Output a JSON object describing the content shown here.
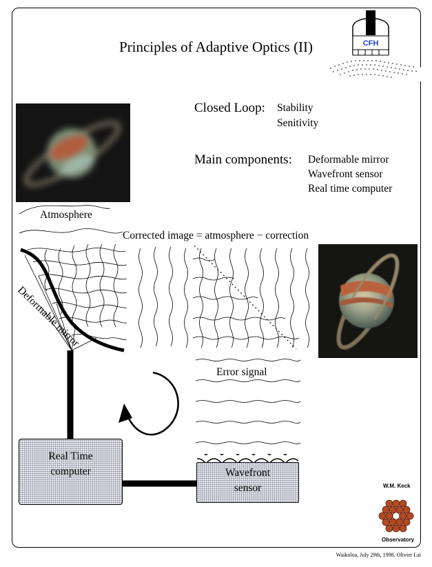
{
  "title": "Principles of Adaptive Optics (II)",
  "closed_loop": {
    "heading": "Closed Loop:",
    "items": [
      "Stability",
      "Senitivity"
    ]
  },
  "main_components": {
    "heading": "Main components:",
    "items": [
      "Deformable mirror",
      "Wavefront sensor",
      "Real time computer"
    ]
  },
  "labels": {
    "atmosphere": "Atmosphere",
    "corrected_image": "Corrected image = atmosphere − correction",
    "deformable_mirror": "Deformable mirror",
    "error_signal": "Error signal",
    "realtime_line1": "Real Time",
    "realtime_line2": "computer",
    "wavefront_line1": "Wavefront",
    "wavefront_line2": "sensor"
  },
  "logos": {
    "cfh": "CFH",
    "keck_top": "W.M. Keck",
    "keck_bottom": "Observatory"
  },
  "credit": "Waikoloa, July 29th, 1998.   Olivier Lai",
  "colors": {
    "box_fill": "#e8e8ee",
    "planet_band": "#c46a45",
    "planet_body": "#8fa59a",
    "keck_hex": "#b34a22",
    "cfh_blue": "#1d3fd6"
  }
}
